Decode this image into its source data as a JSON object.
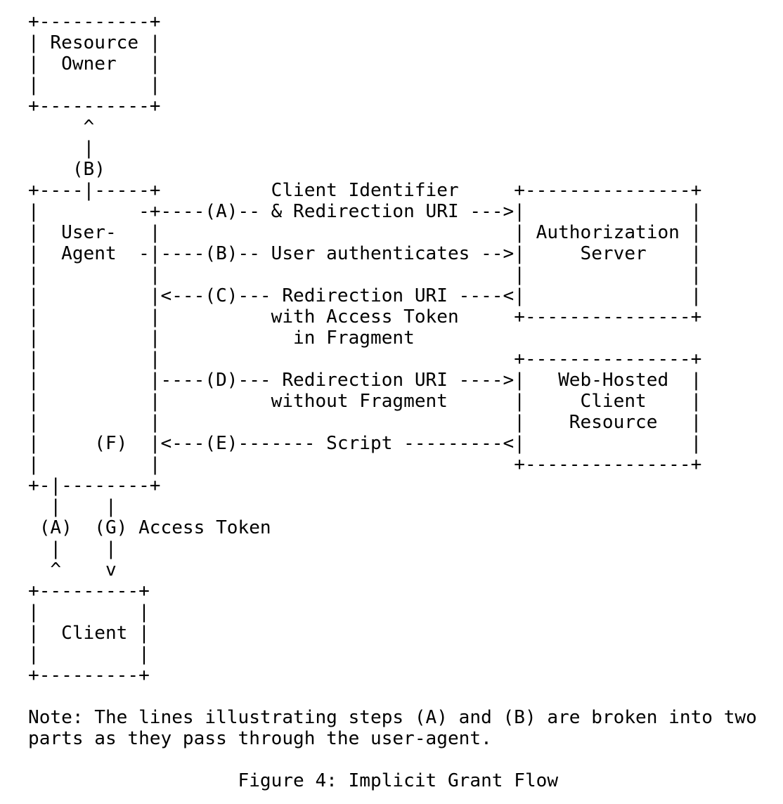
{
  "figure": {
    "lines": [
      "+----------+",
      "| Resource |",
      "|  Owner   |",
      "|          |",
      "+----------+",
      "     ^",
      "     |",
      "    (B)",
      "+----|-----+          Client Identifier     +---------------+",
      "|         -+----(A)-- & Redirection URI --->|               |",
      "|  User-   |                                | Authorization |",
      "|  Agent  -|----(B)-- User authenticates -->|     Server    |",
      "|          |                                |               |",
      "|          |<---(C)--- Redirection URI ----<|               |",
      "|          |          with Access Token     +---------------+",
      "|          |            in Fragment",
      "|          |                                +---------------+",
      "|          |----(D)--- Redirection URI ---->|   Web-Hosted  |",
      "|          |          without Fragment      |     Client    |",
      "|          |                                |    Resource   |",
      "|     (F)  |<---(E)------- Script ---------<|               |",
      "|          |                                +---------------+",
      "+-|--------+",
      "  |    |",
      " (A)  (G) Access Token",
      "  |    |",
      "  ^    v",
      "+---------+",
      "|         |",
      "|  Client |",
      "|         |",
      "+---------+",
      "",
      "Note: The lines illustrating steps (A) and (B) are broken into two",
      "parts as they pass through the user-agent.",
      "",
      "                   Figure 4: Implicit Grant Flow"
    ]
  }
}
